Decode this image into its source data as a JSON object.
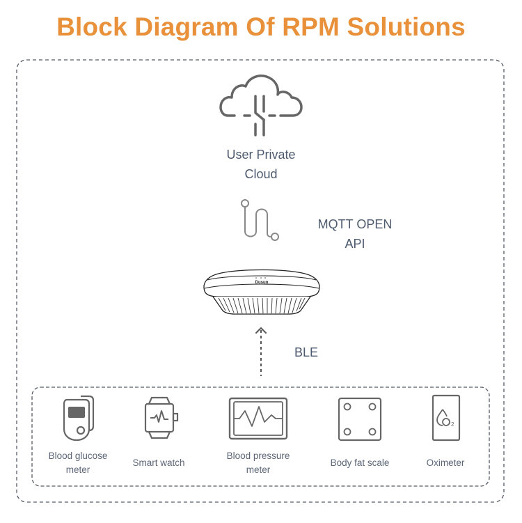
{
  "title": "Block Diagram Of RPM Solutions",
  "colors": {
    "title": "#e8913a",
    "label": "#4d5a6e",
    "icon_stroke": "#666666",
    "dashed_border": "#555a66"
  },
  "cloud": {
    "icon": "cloud-network-icon",
    "label_line1": "User Private",
    "label_line2": "Cloud"
  },
  "connection": {
    "icon": "cable-connection-icon",
    "label_line1": "MQTT OPEN",
    "label_line2": "API"
  },
  "gateway": {
    "icon": "gateway-hub-icon",
    "brand": "Dusun"
  },
  "ble": {
    "icon": "dashed-up-arrow-icon",
    "label": "BLE"
  },
  "devices": [
    {
      "icon": "glucose-meter-icon",
      "label_line1": "Blood glucose",
      "label_line2": "meter"
    },
    {
      "icon": "smart-watch-icon",
      "label_line1": "Smart watch",
      "label_line2": ""
    },
    {
      "icon": "blood-pressure-monitor-icon",
      "label_line1": "Blood pressure",
      "label_line2": "meter"
    },
    {
      "icon": "body-fat-scale-icon",
      "label_line1": "Body fat scale",
      "label_line2": ""
    },
    {
      "icon": "oximeter-icon",
      "label_line1": "Oximeter",
      "label_line2": ""
    }
  ]
}
